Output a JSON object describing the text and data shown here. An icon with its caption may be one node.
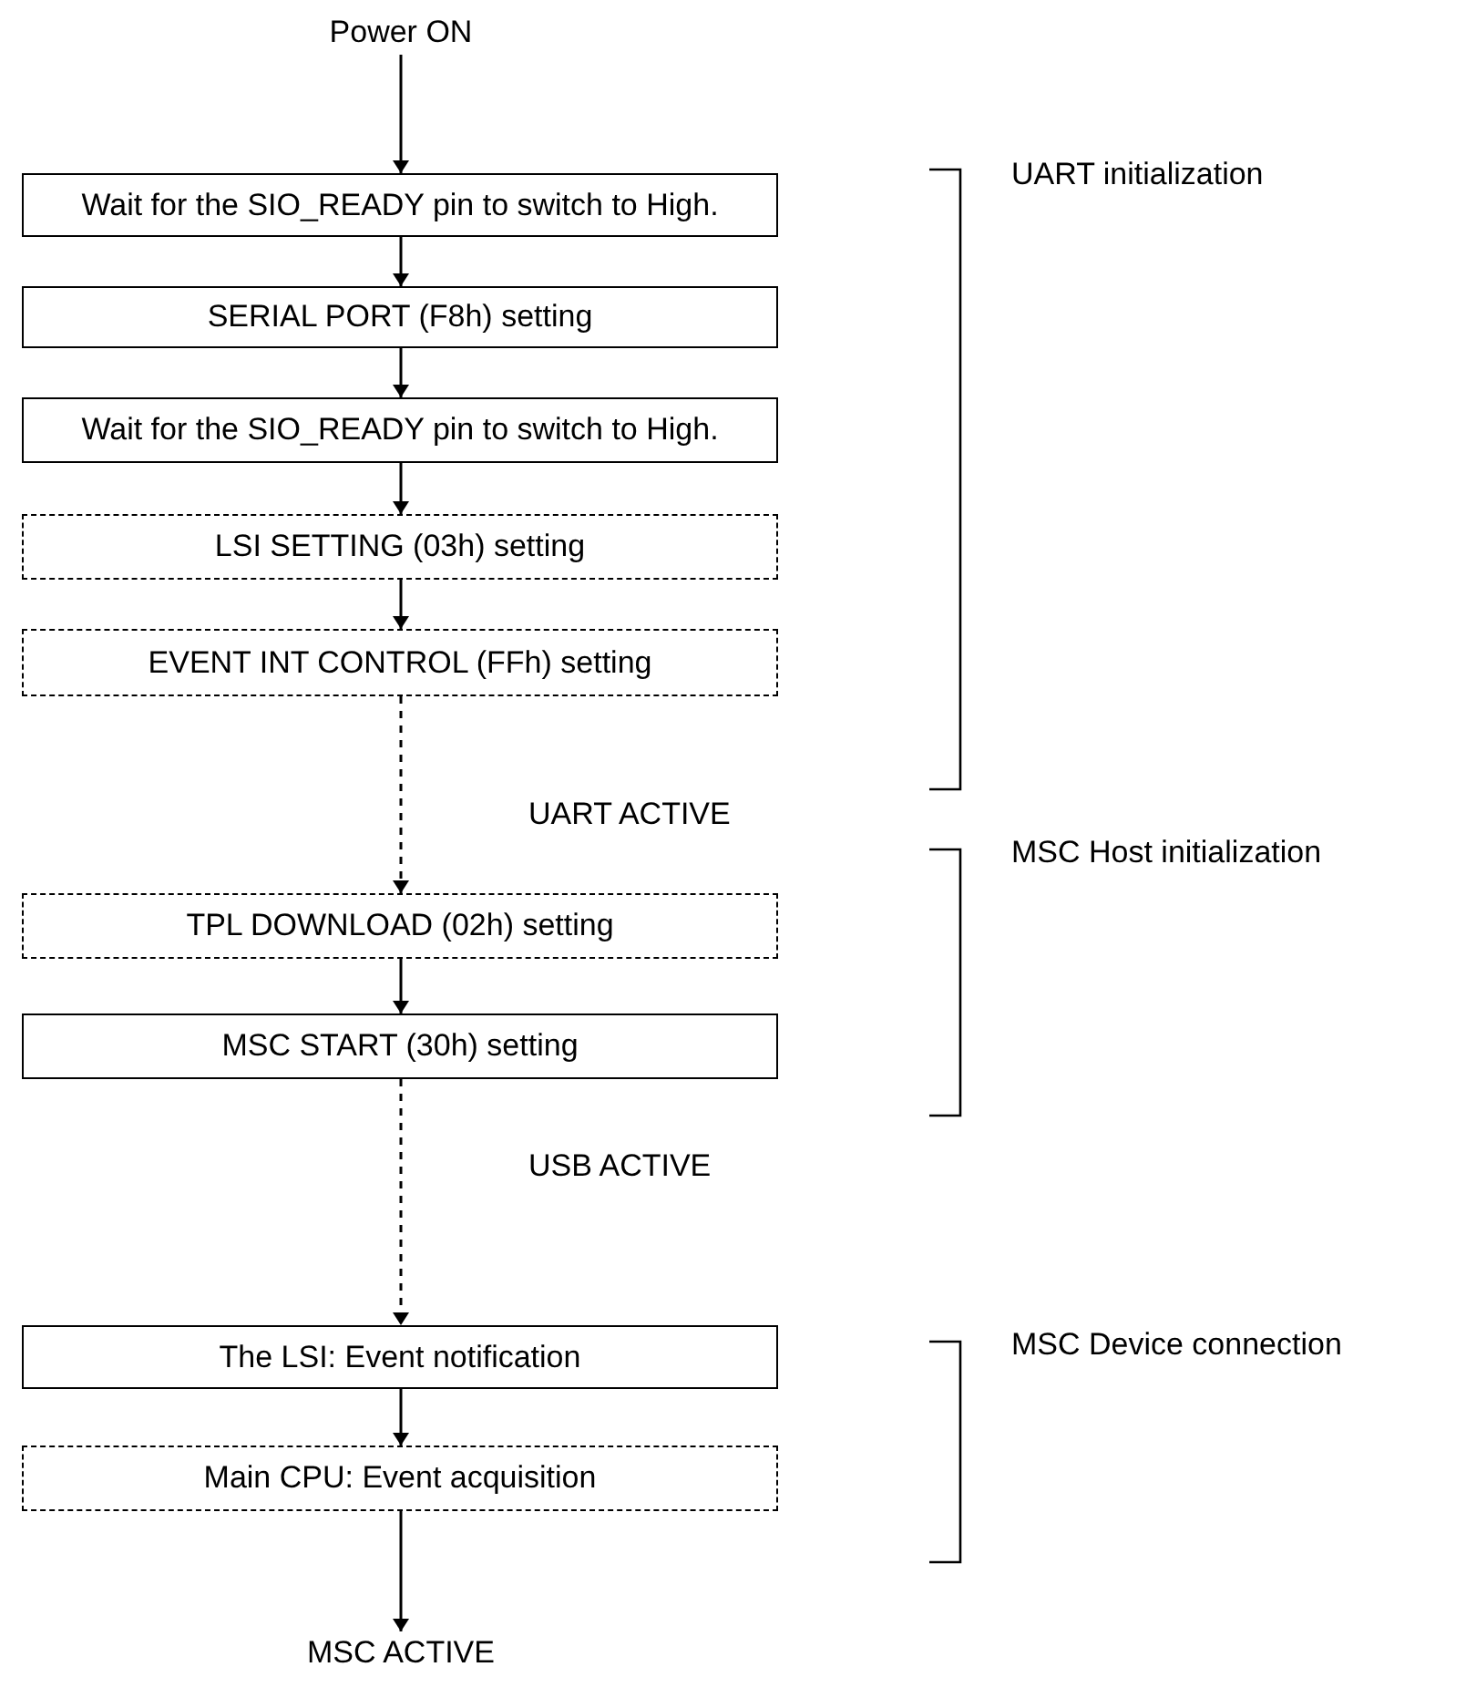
{
  "diagram": {
    "nodes": [
      {
        "text": [
          "Power ON"
        ]
      },
      {
        "text": [
          "Wait for the SIO_READY pin to switch to High."
        ]
      },
      {
        "text": [
          "SERIAL PORT (F8h) setting"
        ]
      },
      {
        "text": [
          "Wait for the SIO_READY pin to switch to High."
        ]
      },
      {
        "text": [
          "LSI SETTING (03h) setting"
        ]
      },
      {
        "text": [
          "EVENT INT CONTROL (FFh) setting"
        ]
      },
      {
        "text": [
          "TPL DOWNLOAD (02h) setting"
        ]
      },
      {
        "text": [
          "MSC START (30h) setting"
        ]
      },
      {
        "text": [
          "The LSI: Event notification"
        ]
      },
      {
        "text": [
          "Main CPU: Event acquisition"
        ]
      },
      {
        "text": [
          "MSC ACTIVE"
        ]
      }
    ],
    "edges": [
      {
        "from": 0,
        "to": 1,
        "arrow": "to"
      },
      {
        "from": 1,
        "to": 2,
        "arrow": "to"
      },
      {
        "from": 2,
        "to": 3,
        "arrow": "to"
      },
      {
        "from": 3,
        "to": 4,
        "arrow": "to"
      },
      {
        "from": 4,
        "to": 5,
        "arrow": "to"
      },
      {
        "from": 5,
        "to": 6,
        "arrow": "to",
        "style": "dashed",
        "label": "UART ACTIVE"
      },
      {
        "from": 6,
        "to": 7,
        "arrow": "to"
      },
      {
        "from": 7,
        "to": 8,
        "arrow": "to",
        "style": "dashed",
        "label": "USB ACTIVE"
      },
      {
        "from": 8,
        "to": 9,
        "arrow": "to"
      },
      {
        "from": 9,
        "to": 10,
        "arrow": "to"
      }
    ],
    "labels": [
      "UART initialization",
      "MSC Host initialization",
      "MSC Device connection"
    ]
  }
}
